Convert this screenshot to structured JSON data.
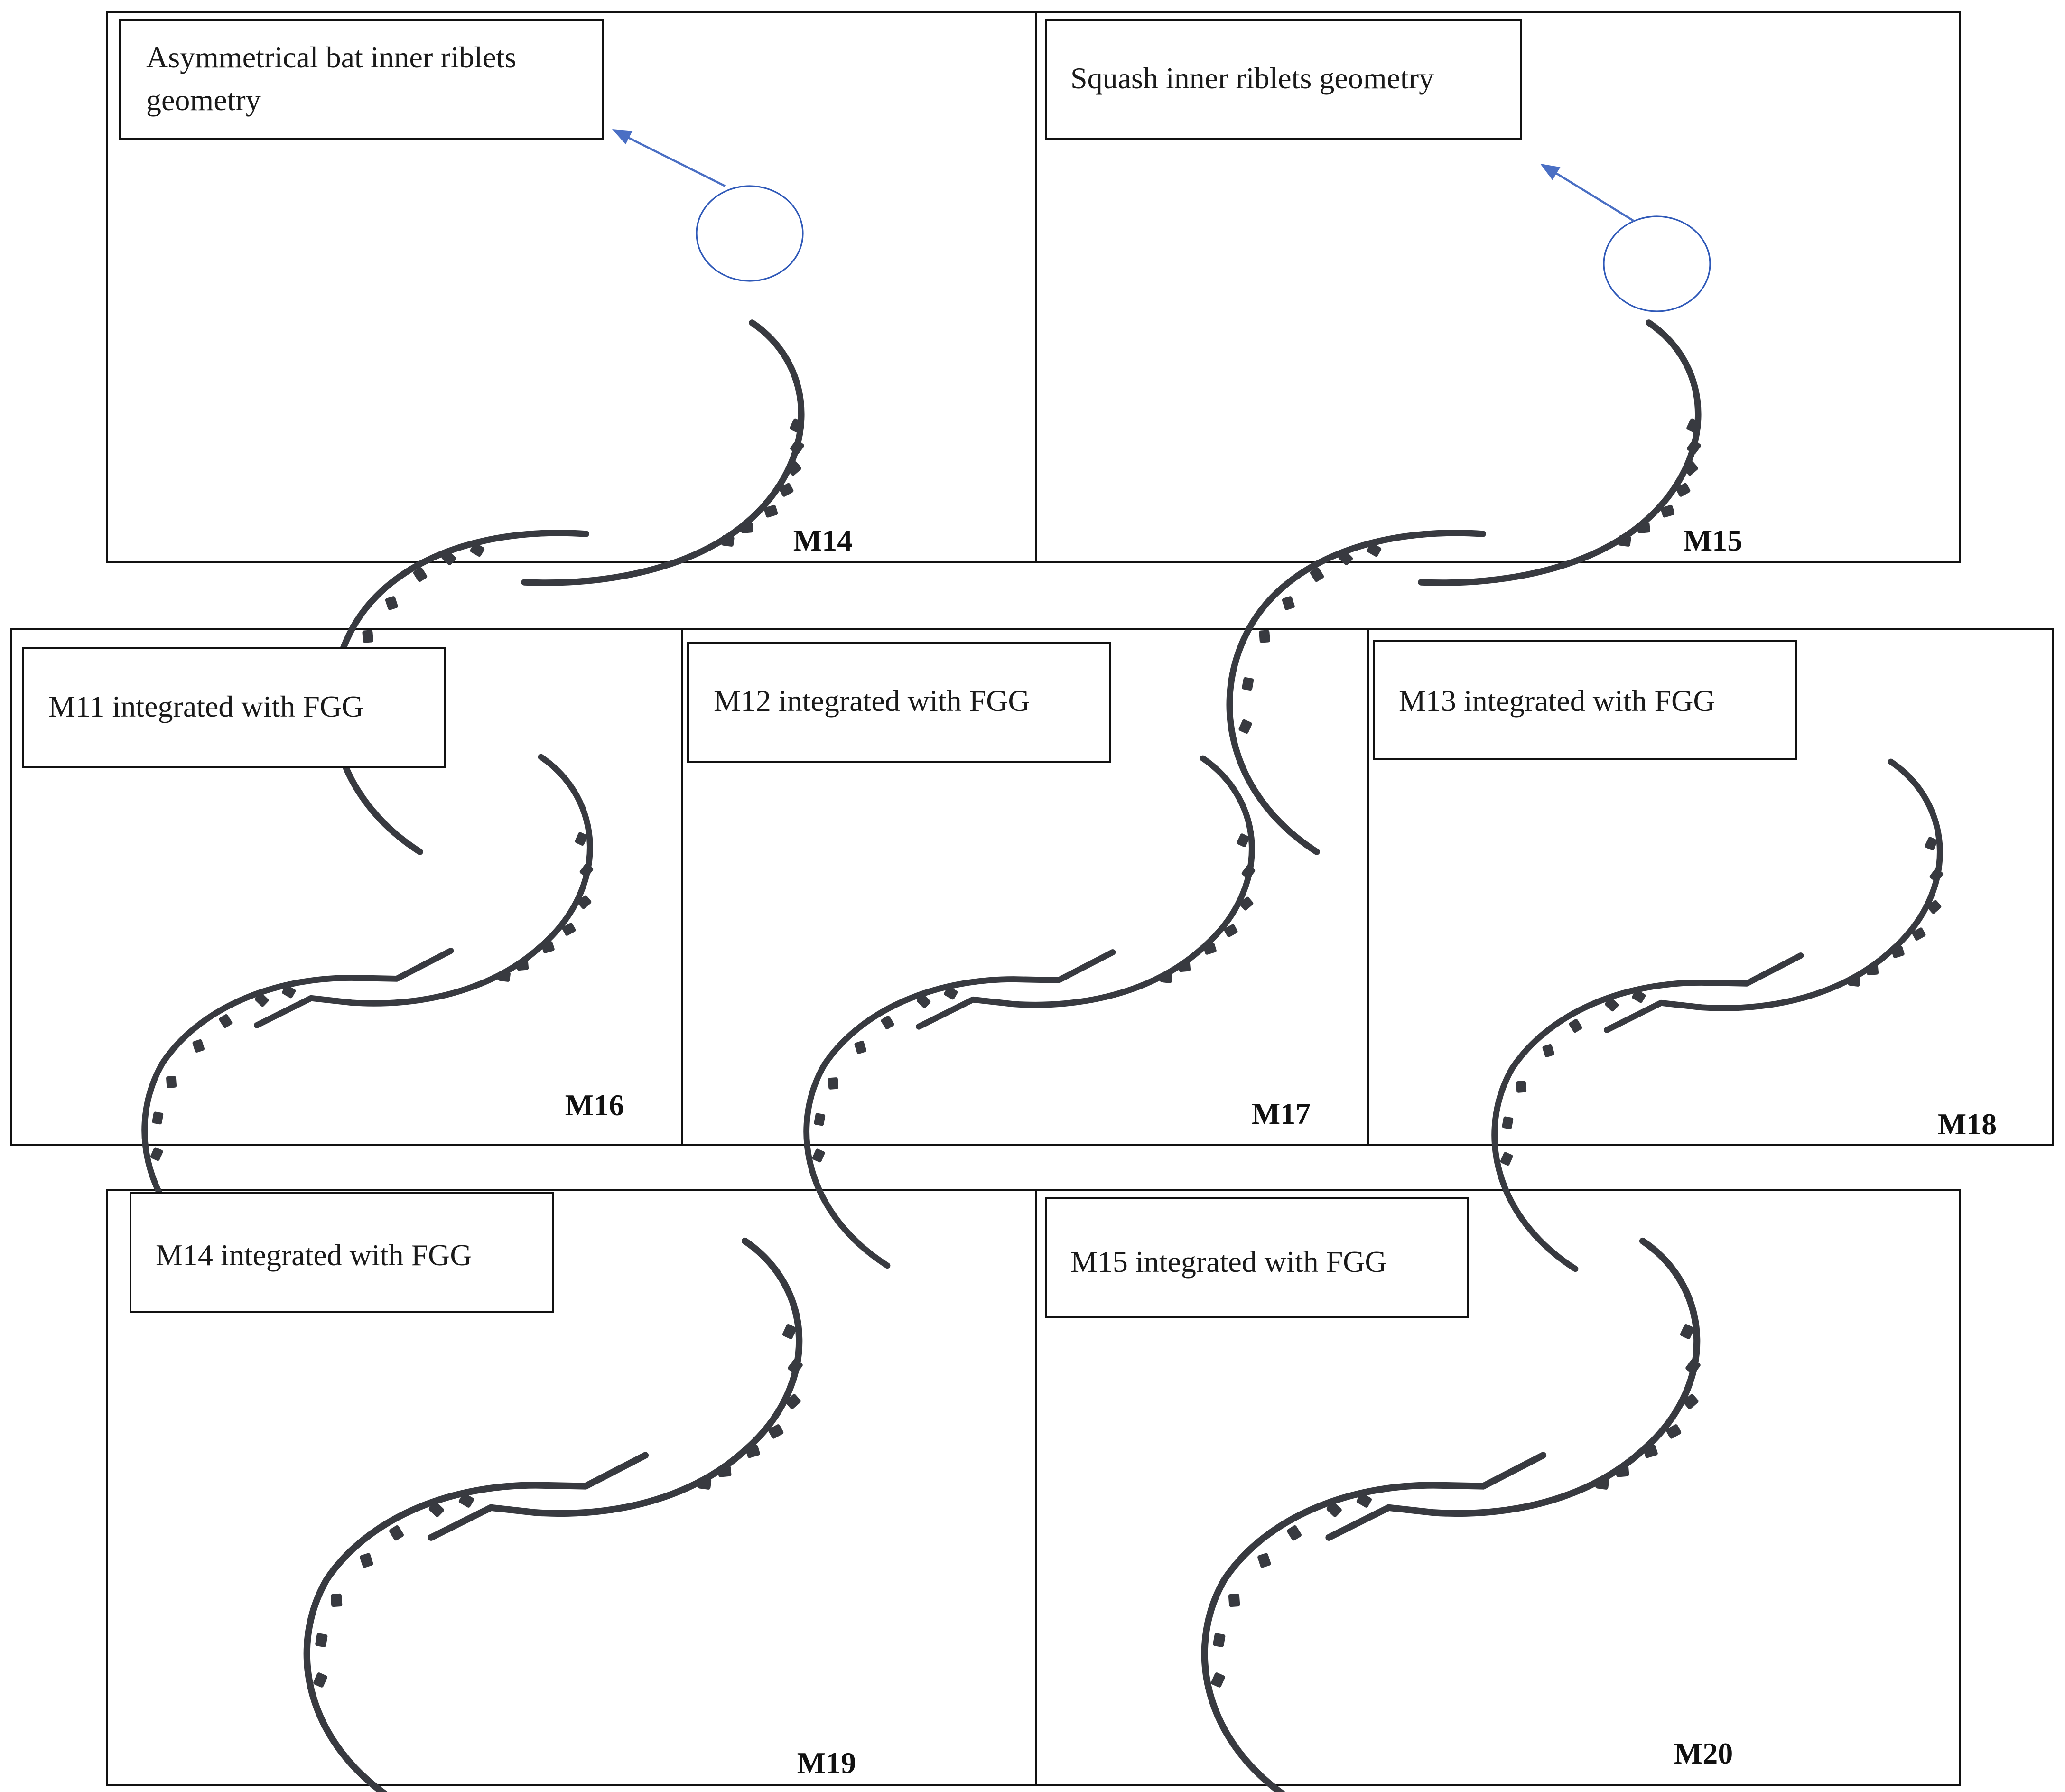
{
  "colors": {
    "blade": "#383a40",
    "highlight_circle": "#2f59b8",
    "arrow": "#4a6fc4",
    "frame": "#111111",
    "background": "#ffffff"
  },
  "panels": [
    {
      "id": "m14",
      "caption_lines": [
        "Asymmetrical bat inner riblets",
        "geometry"
      ],
      "label": "M14",
      "variant": "plain",
      "highlight": true
    },
    {
      "id": "m15",
      "caption_lines": [
        "Squash inner riblets geometry"
      ],
      "label": "M15",
      "variant": "plain",
      "highlight": true
    },
    {
      "id": "m16",
      "caption_lines": [
        "M11 integrated with FGG"
      ],
      "label": "M16",
      "variant": "fgg",
      "highlight": false
    },
    {
      "id": "m17",
      "caption_lines": [
        "M12 integrated with FGG"
      ],
      "label": "M17",
      "variant": "fgg",
      "highlight": false
    },
    {
      "id": "m18",
      "caption_lines": [
        "M13 integrated with FGG"
      ],
      "label": "M18",
      "variant": "fgg",
      "highlight": false
    },
    {
      "id": "m19",
      "caption_lines": [
        "M14 integrated with FGG"
      ],
      "label": "M19",
      "variant": "fgg",
      "highlight": false
    },
    {
      "id": "m20",
      "caption_lines": [
        "M15 integrated with FGG"
      ],
      "label": "M20",
      "variant": "fgg",
      "highlight": false
    }
  ]
}
